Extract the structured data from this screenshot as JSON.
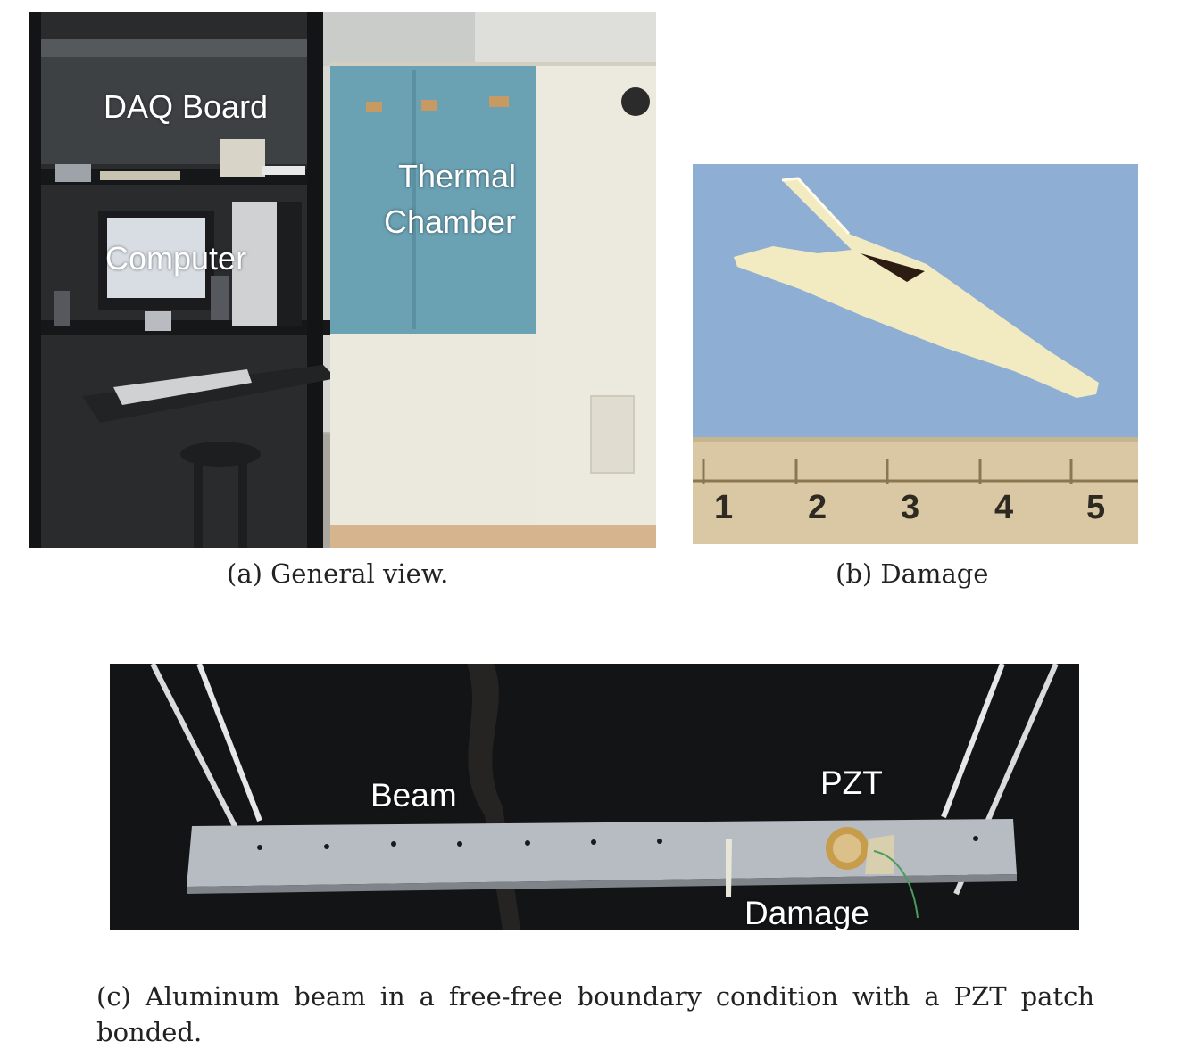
{
  "figure": {
    "panel_a": {
      "labels": {
        "daq_board": "DAQ Board",
        "thermal_chamber_line1": "Thermal",
        "thermal_chamber_line2": "Chamber",
        "computer": "Computer"
      },
      "caption": "(a) General view."
    },
    "panel_b": {
      "ruler_numbers": [
        "1",
        "2",
        "3",
        "4",
        "5"
      ],
      "caption": "(b) Damage"
    },
    "panel_c": {
      "labels": {
        "beam": "Beam",
        "pzt": "PZT",
        "damage": "Damage"
      },
      "caption_line1": "(c) Aluminum beam in a free-free boundary condition with a PZT patch",
      "caption_line2": "bonded."
    }
  }
}
